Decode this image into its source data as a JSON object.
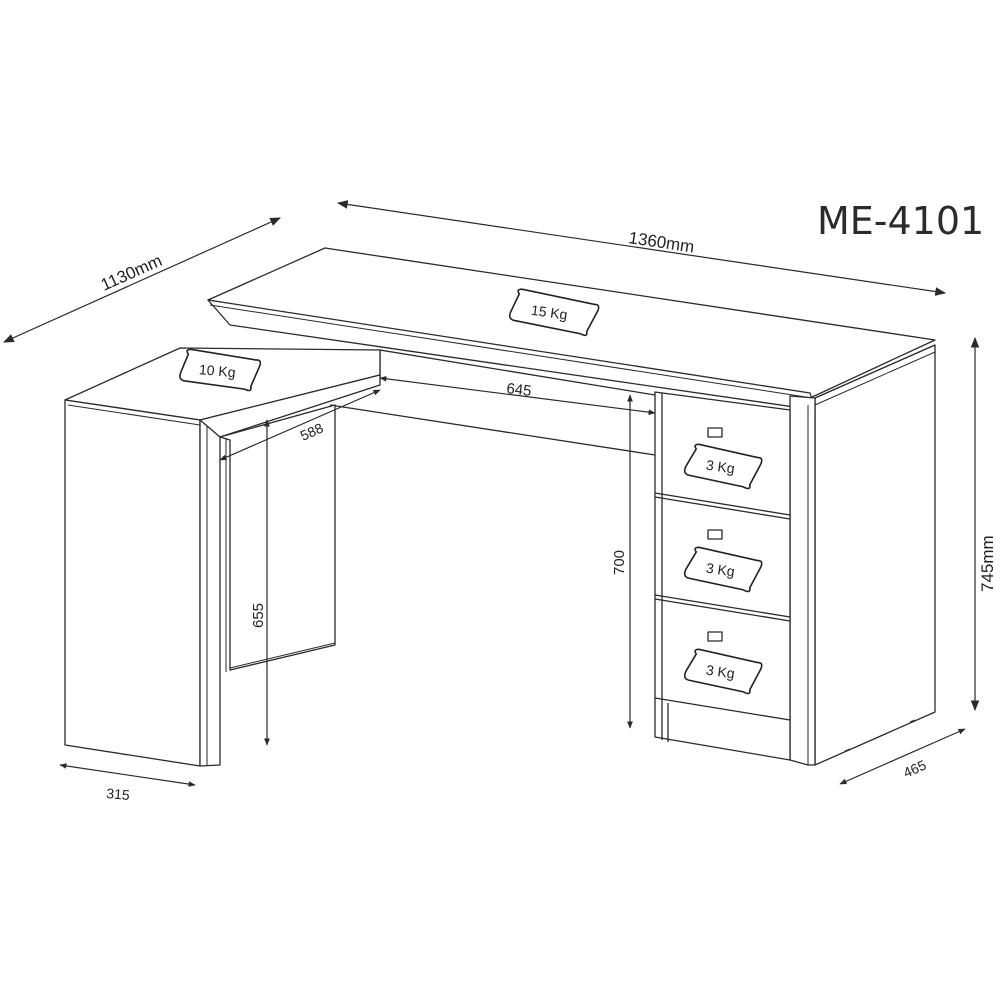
{
  "model": "ME-4101",
  "dimensions": {
    "overall_width": "1360mm",
    "overall_depth": "1130mm",
    "overall_height": "745mm",
    "side_width": "315",
    "drawer_depth": "465",
    "inner_span_main": "645",
    "inner_span_side": "588",
    "knee_height_side": "655",
    "knee_height_main": "700"
  },
  "load_labels": {
    "main_top": "15 Kg",
    "side_top": "10 Kg",
    "drawer_1": "3 Kg",
    "drawer_2": "3 Kg",
    "drawer_3": "3 Kg"
  },
  "colors": {
    "line": "#2a2a2a",
    "background": "#ffffff"
  }
}
